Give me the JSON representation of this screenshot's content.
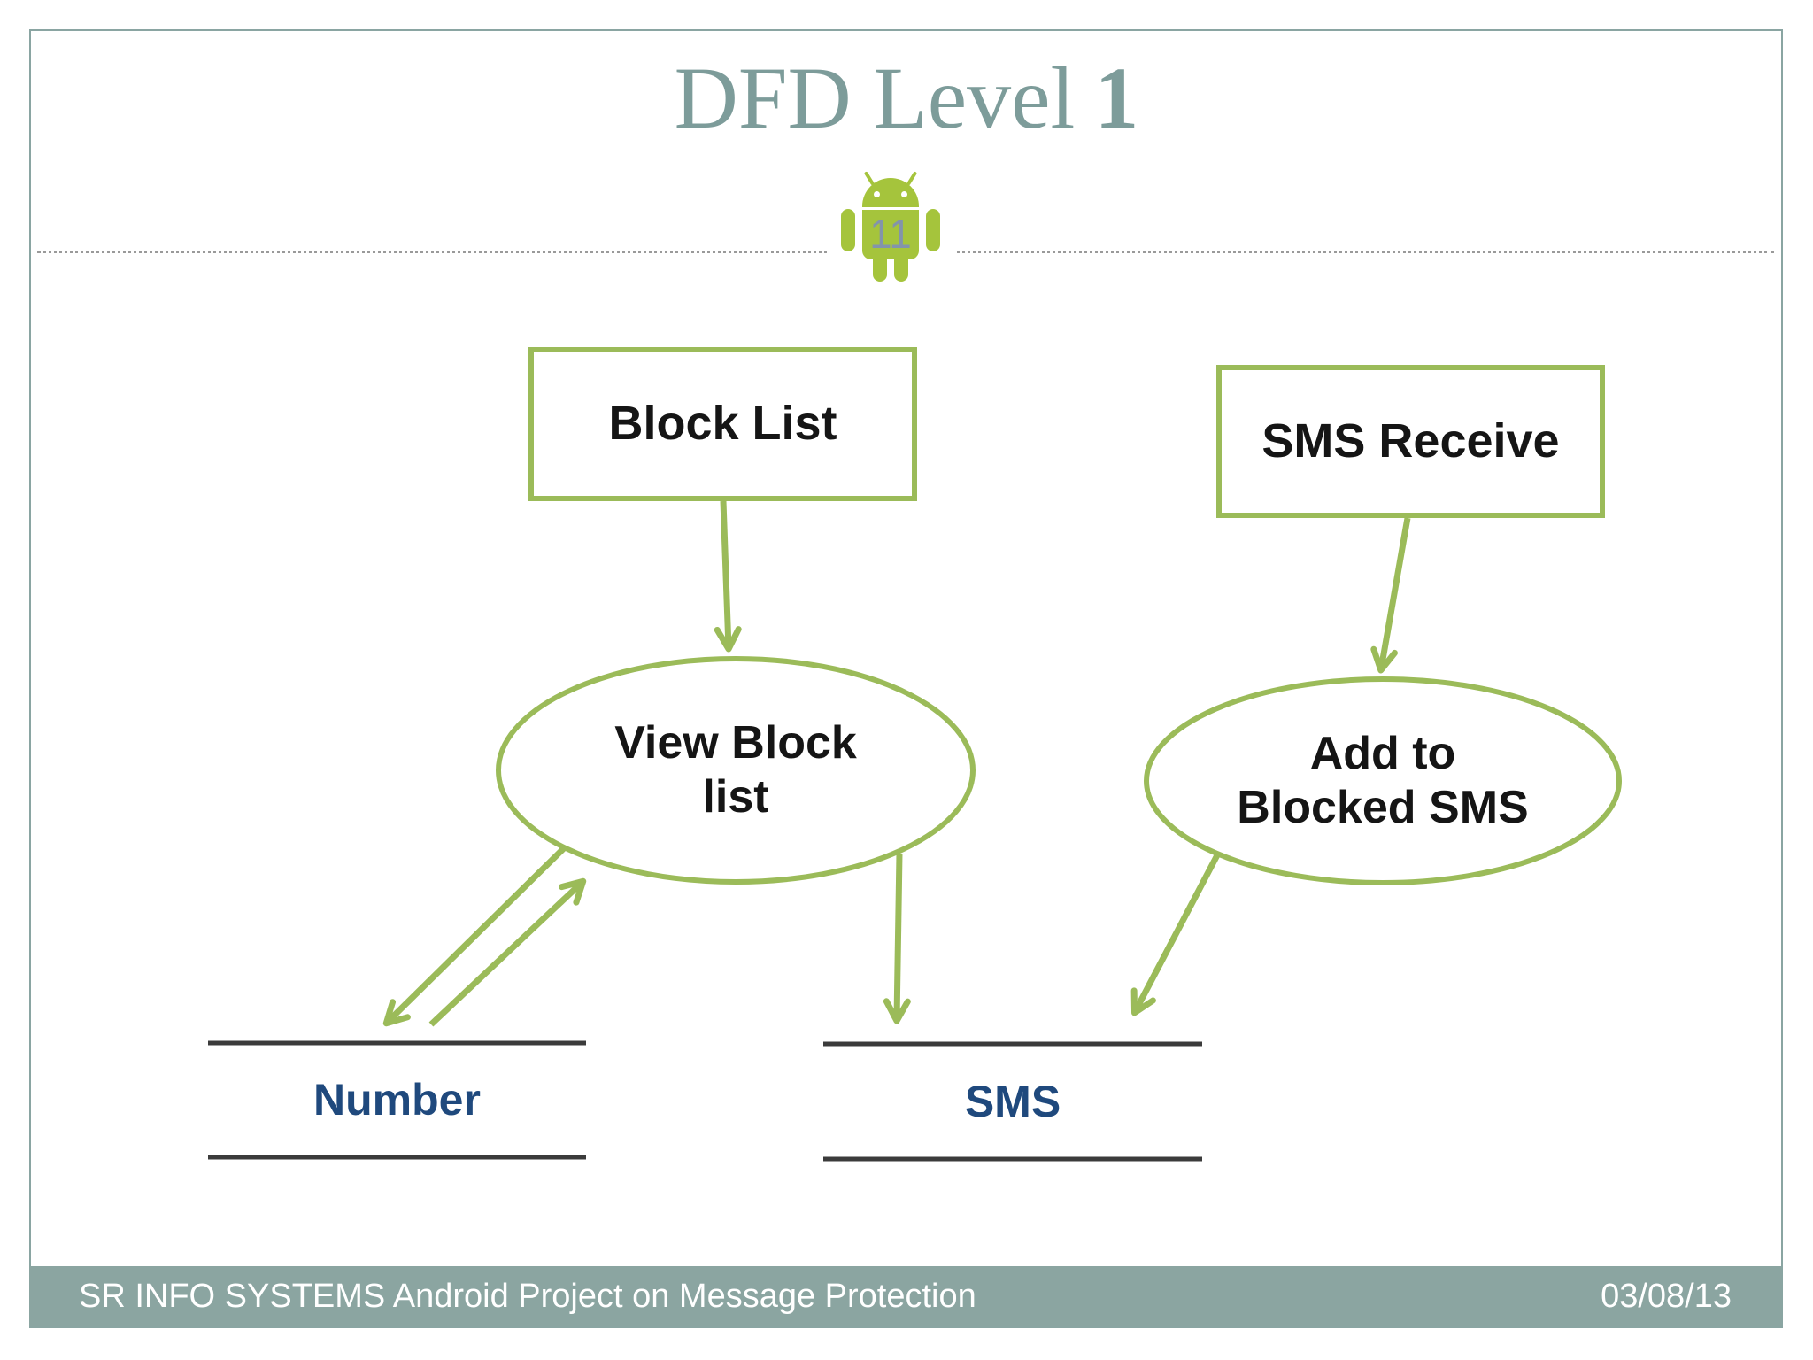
{
  "slide": {
    "title_prefix": "DFD Level",
    "title_number": "1",
    "page_number": "11",
    "footer": {
      "left_text": "SR INFO SYSTEMS Android Project on Message Protection",
      "date": "03/08/13"
    }
  },
  "diagram": {
    "external_entities": [
      {
        "id": "block-list",
        "label": "Block List"
      },
      {
        "id": "sms-receive",
        "label": "SMS Receive"
      }
    ],
    "processes": [
      {
        "id": "view-block-list",
        "line1": "View Block",
        "line2": "list"
      },
      {
        "id": "add-to-blocked-sms",
        "line1": "Add to",
        "line2": "Blocked SMS"
      }
    ],
    "data_stores": [
      {
        "id": "number",
        "label": "Number"
      },
      {
        "id": "sms",
        "label": "SMS"
      }
    ],
    "flows": [
      {
        "from": "block-list",
        "to": "view-block-list"
      },
      {
        "from": "sms-receive",
        "to": "add-to-blocked-sms"
      },
      {
        "from": "view-block-list",
        "to": "number"
      },
      {
        "from": "number",
        "to": "view-block-list"
      },
      {
        "from": "view-block-list",
        "to": "sms"
      },
      {
        "from": "add-to-blocked-sms",
        "to": "sms"
      }
    ]
  },
  "colors": {
    "shape_green": "#9bbb59",
    "android_green": "#a5c43c",
    "title_teal": "#7d9c9a",
    "footer_teal": "#8ba5a1",
    "store_navy": "#1f497d",
    "store_line": "#3b3b3b"
  }
}
